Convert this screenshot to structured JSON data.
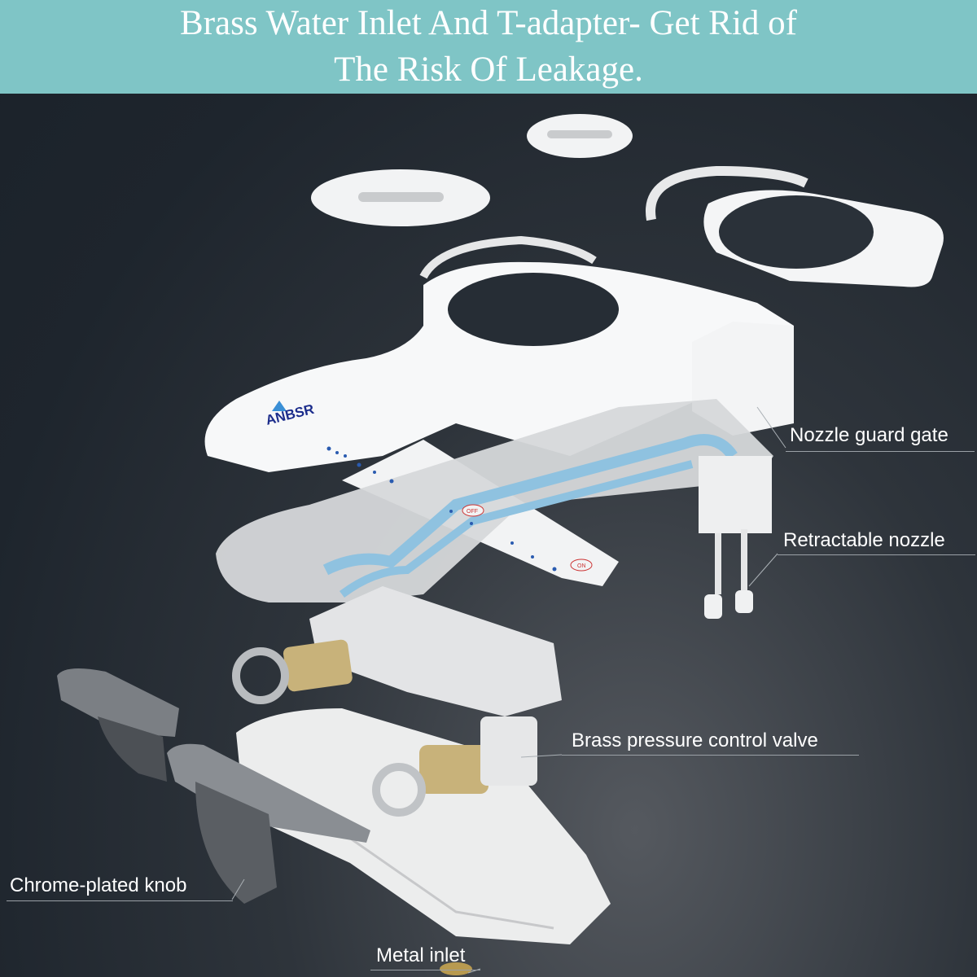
{
  "header": {
    "line1": "Brass Water Inlet And T-adapter- Get Rid of",
    "line2": "The Risk Of Leakage."
  },
  "product": {
    "logo": "ANBSR",
    "button_off": "OFF",
    "button_on": "ON"
  },
  "callouts": {
    "nozzle_guard_gate": "Nozzle guard gate",
    "retractable_nozzle": "Retractable nozzle",
    "brass_valve": "Brass pressure control valve",
    "chrome_knob": "Chrome-plated knob",
    "metal_inlet": "Metal inlet"
  },
  "colors": {
    "header_bg": "#7fc5c6",
    "background": "#1e252d",
    "water_channel": "#8fc2e0",
    "brass": "#c8b27a"
  }
}
